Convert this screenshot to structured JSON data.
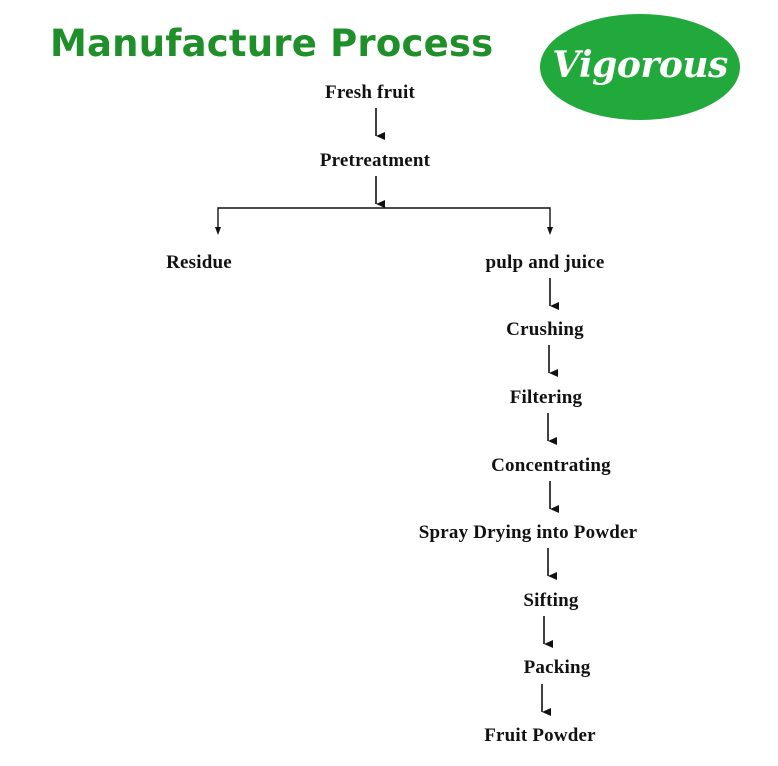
{
  "header": {
    "title": "Manufacture Process",
    "logo_text": "Vigorous",
    "title_color": "#1f8f2a",
    "logo_color": "#22a93c"
  },
  "flow": {
    "start": "Fresh fruit",
    "pretreatment": "Pretreatment",
    "branch_left": "Residue",
    "branch_right": "pulp and juice",
    "steps": [
      "Crushing",
      "Filtering",
      "Concentrating",
      "Spray Drying into Powder",
      "Sifting",
      "Packing",
      "Fruit Powder"
    ]
  }
}
